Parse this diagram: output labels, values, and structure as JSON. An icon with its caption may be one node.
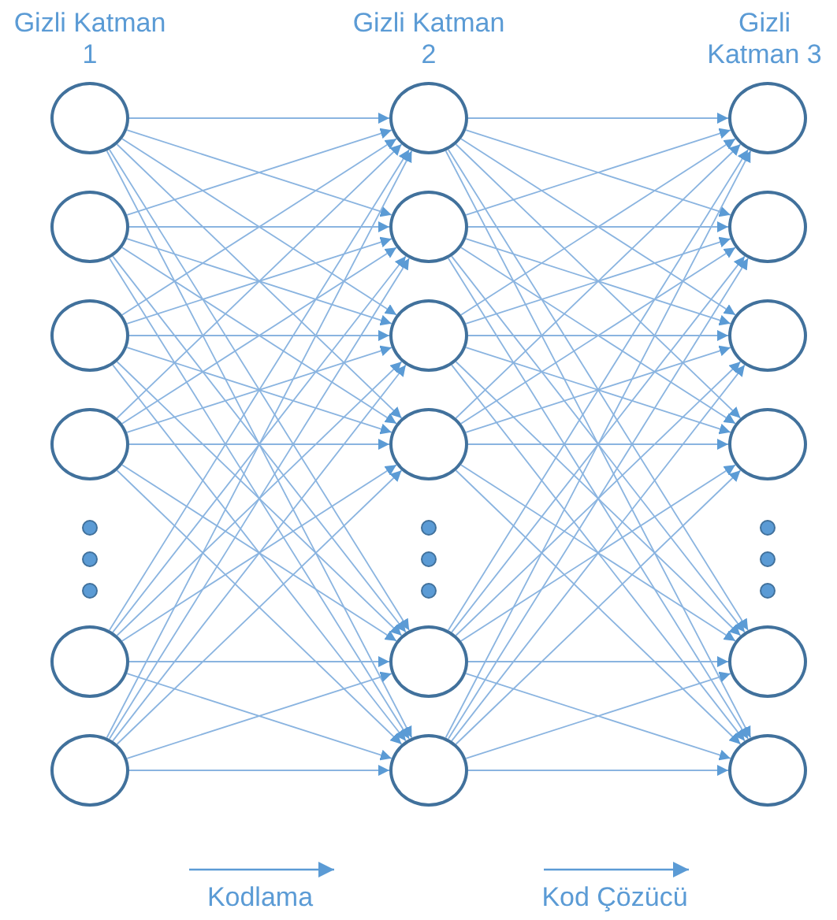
{
  "diagram": {
    "nodes": [
      {
        "text": [],
        "shape": "circle"
      },
      {
        "text": [],
        "shape": "circle"
      },
      {
        "text": [],
        "shape": "circle"
      },
      {
        "text": [],
        "shape": "circle"
      },
      {
        "text": [],
        "shape": "circle"
      },
      {
        "text": [],
        "shape": "circle"
      },
      {
        "text": [],
        "shape": "circle"
      },
      {
        "text": [],
        "shape": "circle"
      },
      {
        "text": [],
        "shape": "circle"
      },
      {
        "text": [],
        "shape": "circle"
      },
      {
        "text": [],
        "shape": "circle"
      },
      {
        "text": [],
        "shape": "circle"
      },
      {
        "text": [],
        "shape": "circle"
      },
      {
        "text": [],
        "shape": "circle"
      },
      {
        "text": [],
        "shape": "circle"
      },
      {
        "text": [],
        "shape": "circle"
      },
      {
        "text": [],
        "shape": "circle"
      },
      {
        "text": [],
        "shape": "circle"
      }
    ],
    "edges": [
      {
        "from": 0,
        "to": 6,
        "arrow": "to"
      },
      {
        "from": 0,
        "to": 7,
        "arrow": "to"
      },
      {
        "from": 0,
        "to": 8,
        "arrow": "to"
      },
      {
        "from": 0,
        "to": 9,
        "arrow": "to"
      },
      {
        "from": 0,
        "to": 10,
        "arrow": "to"
      },
      {
        "from": 0,
        "to": 11,
        "arrow": "to"
      },
      {
        "from": 1,
        "to": 6,
        "arrow": "to"
      },
      {
        "from": 1,
        "to": 7,
        "arrow": "to"
      },
      {
        "from": 1,
        "to": 8,
        "arrow": "to"
      },
      {
        "from": 1,
        "to": 9,
        "arrow": "to"
      },
      {
        "from": 1,
        "to": 10,
        "arrow": "to"
      },
      {
        "from": 1,
        "to": 11,
        "arrow": "to"
      },
      {
        "from": 2,
        "to": 6,
        "arrow": "to"
      },
      {
        "from": 2,
        "to": 7,
        "arrow": "to"
      },
      {
        "from": 2,
        "to": 8,
        "arrow": "to"
      },
      {
        "from": 2,
        "to": 9,
        "arrow": "to"
      },
      {
        "from": 2,
        "to": 10,
        "arrow": "to"
      },
      {
        "from": 2,
        "to": 11,
        "arrow": "to"
      },
      {
        "from": 3,
        "to": 6,
        "arrow": "to"
      },
      {
        "from": 3,
        "to": 7,
        "arrow": "to"
      },
      {
        "from": 3,
        "to": 8,
        "arrow": "to"
      },
      {
        "from": 3,
        "to": 9,
        "arrow": "to"
      },
      {
        "from": 3,
        "to": 10,
        "arrow": "to"
      },
      {
        "from": 3,
        "to": 11,
        "arrow": "to"
      },
      {
        "from": 4,
        "to": 6,
        "arrow": "to"
      },
      {
        "from": 4,
        "to": 7,
        "arrow": "to"
      },
      {
        "from": 4,
        "to": 8,
        "arrow": "to"
      },
      {
        "from": 4,
        "to": 9,
        "arrow": "to"
      },
      {
        "from": 4,
        "to": 10,
        "arrow": "to"
      },
      {
        "from": 4,
        "to": 11,
        "arrow": "to"
      },
      {
        "from": 5,
        "to": 6,
        "arrow": "to"
      },
      {
        "from": 5,
        "to": 7,
        "arrow": "to"
      },
      {
        "from": 5,
        "to": 8,
        "arrow": "to"
      },
      {
        "from": 5,
        "to": 9,
        "arrow": "to"
      },
      {
        "from": 5,
        "to": 10,
        "arrow": "to"
      },
      {
        "from": 5,
        "to": 11,
        "arrow": "to"
      },
      {
        "from": 6,
        "to": 12,
        "arrow": "to"
      },
      {
        "from": 6,
        "to": 13,
        "arrow": "to"
      },
      {
        "from": 6,
        "to": 14,
        "arrow": "to"
      },
      {
        "from": 6,
        "to": 15,
        "arrow": "to"
      },
      {
        "from": 6,
        "to": 16,
        "arrow": "to"
      },
      {
        "from": 6,
        "to": 17,
        "arrow": "to"
      },
      {
        "from": 7,
        "to": 12,
        "arrow": "to"
      },
      {
        "from": 7,
        "to": 13,
        "arrow": "to"
      },
      {
        "from": 7,
        "to": 14,
        "arrow": "to"
      },
      {
        "from": 7,
        "to": 15,
        "arrow": "to"
      },
      {
        "from": 7,
        "to": 16,
        "arrow": "to"
      },
      {
        "from": 7,
        "to": 17,
        "arrow": "to"
      },
      {
        "from": 8,
        "to": 12,
        "arrow": "to"
      },
      {
        "from": 8,
        "to": 13,
        "arrow": "to"
      },
      {
        "from": 8,
        "to": 14,
        "arrow": "to"
      },
      {
        "from": 8,
        "to": 15,
        "arrow": "to"
      },
      {
        "from": 8,
        "to": 16,
        "arrow": "to"
      },
      {
        "from": 8,
        "to": 17,
        "arrow": "to"
      },
      {
        "from": 9,
        "to": 12,
        "arrow": "to"
      },
      {
        "from": 9,
        "to": 13,
        "arrow": "to"
      },
      {
        "from": 9,
        "to": 14,
        "arrow": "to"
      },
      {
        "from": 9,
        "to": 15,
        "arrow": "to"
      },
      {
        "from": 9,
        "to": 16,
        "arrow": "to"
      },
      {
        "from": 9,
        "to": 17,
        "arrow": "to"
      },
      {
        "from": 10,
        "to": 12,
        "arrow": "to"
      },
      {
        "from": 10,
        "to": 13,
        "arrow": "to"
      },
      {
        "from": 10,
        "to": 14,
        "arrow": "to"
      },
      {
        "from": 10,
        "to": 15,
        "arrow": "to"
      },
      {
        "from": 10,
        "to": 16,
        "arrow": "to"
      },
      {
        "from": 10,
        "to": 17,
        "arrow": "to"
      },
      {
        "from": 11,
        "to": 12,
        "arrow": "to"
      },
      {
        "from": 11,
        "to": 13,
        "arrow": "to"
      },
      {
        "from": 11,
        "to": 14,
        "arrow": "to"
      },
      {
        "from": 11,
        "to": 15,
        "arrow": "to"
      },
      {
        "from": 11,
        "to": 16,
        "arrow": "to"
      },
      {
        "from": 11,
        "to": 17,
        "arrow": "to"
      }
    ],
    "labels": [
      "Gizli Katman 1",
      "Gizli Katman 2",
      "Gizli Katman 3",
      "Kodlama",
      "Kod Çözücü"
    ]
  }
}
